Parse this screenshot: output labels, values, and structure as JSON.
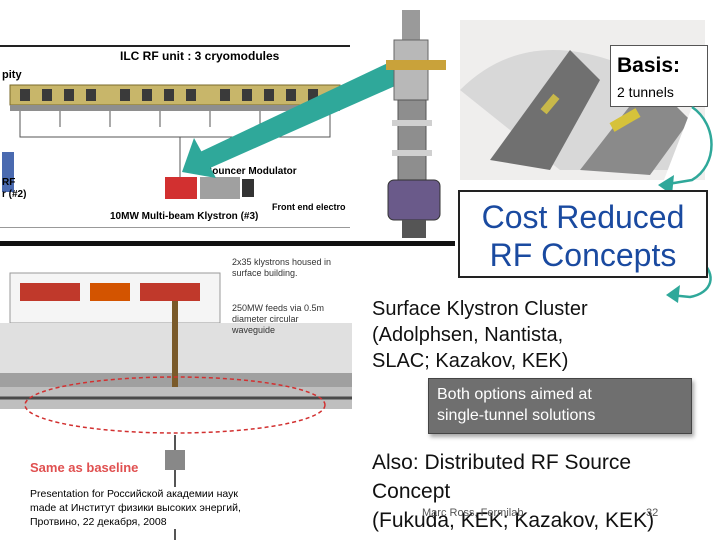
{
  "schematic": {
    "title": "ILC RF unit : 3 cryomodules",
    "left_label": "pity",
    "rf_label_1": "RF",
    "rf_label_2": "r (#2)",
    "bouncer": "Bouncer Modulator",
    "front_end": "Front end electro",
    "klystron": "10MW Multi-beam Klystron (#3)"
  },
  "basis": {
    "title": "Basis:",
    "subtitle": "2 tunnels"
  },
  "cost": {
    "line1": "Cost Reduced",
    "line2": "RF Concepts"
  },
  "surface": {
    "line1": "Surface Klystron Cluster",
    "line2": "(Adolphsen, Nantista,",
    "line3": "SLAC; Kazakov, KEK)"
  },
  "callout": {
    "line1": "Both options aimed at",
    "line2": "single-tunnel solutions"
  },
  "also": {
    "line1": "Also: Distributed RF Source",
    "line2": "Concept",
    "line3": "(Fukuda, KEK; Kazakov, KEK)"
  },
  "footer": {
    "author": "Marc Ross, Fermilab",
    "page": "32"
  },
  "cluster": {
    "note1": "2x35 klystrons housed in",
    "note1b": "surface building.",
    "note2": "250MW feeds via 0.5m",
    "note2b": "diameter circular",
    "note2c": "waveguide",
    "same_as_baseline": "Same as baseline",
    "presentation_1": "Presentation for Российской академии наук",
    "presentation_2": "made at Институт физики высоких энергий,",
    "presentation_3": "Протвино, 22 декабря, 2008"
  },
  "colors": {
    "accent_blue": "#1a4aa0",
    "callout_gray": "#6f6f6f",
    "arrow_teal": "#2fa89a",
    "baseline_red": "#e05050"
  }
}
